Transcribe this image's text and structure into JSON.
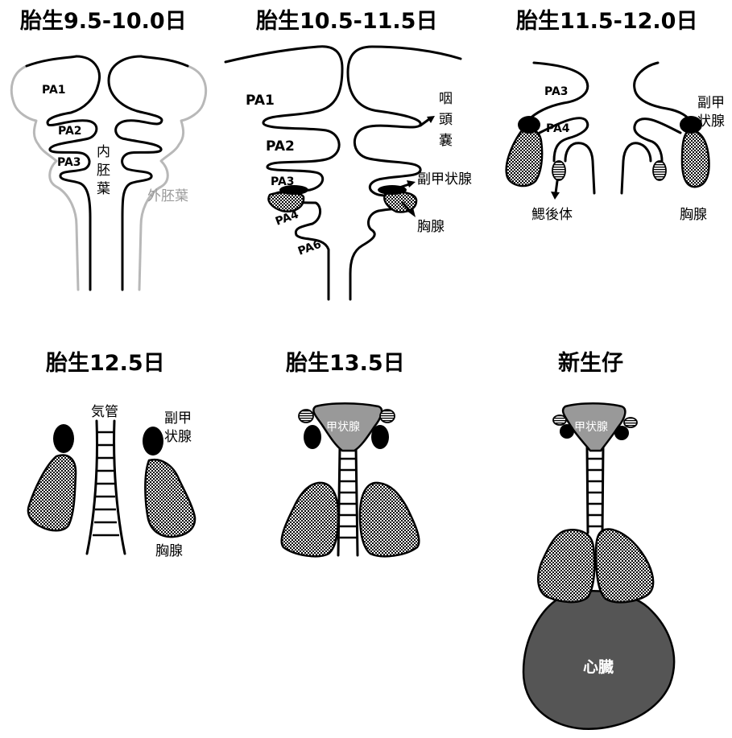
{
  "panels": {
    "p1": {
      "title": "胎生9.5-10.0日",
      "pa1": "PA1",
      "pa2": "PA2",
      "pa3": "PA3",
      "endoderm": [
        "内",
        "胚",
        "葉"
      ],
      "ectoderm": "外胚葉"
    },
    "p2": {
      "title": "胎生10.5-11.5日",
      "pa1": "PA1",
      "pa2": "PA2",
      "pa3": "PA3",
      "pa4": "PA4",
      "pa6": "PA6",
      "pouch": [
        "咽",
        "頭",
        "嚢"
      ],
      "parathyroid": "副甲状腺",
      "thymus": "胸腺"
    },
    "p3": {
      "title": "胎生11.5-12.0日",
      "pa3": "PA3",
      "pa4": "PA4",
      "parathyroid": [
        "副甲",
        "状腺"
      ],
      "ultimobranchial": "鰓後体",
      "thymus": "胸腺"
    },
    "p4": {
      "title": "胎生12.5日",
      "trachea": "気管",
      "parathyroid": [
        "副甲",
        "状腺"
      ],
      "thymus": "胸腺"
    },
    "p5": {
      "title": "胎生13.5日",
      "thyroid": "甲状腺"
    },
    "p6": {
      "title": "新生仔",
      "thyroid": "甲状腺",
      "heart": "心臓"
    }
  },
  "colors": {
    "ectoderm": "#b8b8b8",
    "thyroid": "#999999",
    "heart": "#555555",
    "parathyroid": "#000000"
  },
  "fills": {
    "thymus": "checkerboard",
    "ultimobranchial_body": "horizontal-stripes"
  }
}
